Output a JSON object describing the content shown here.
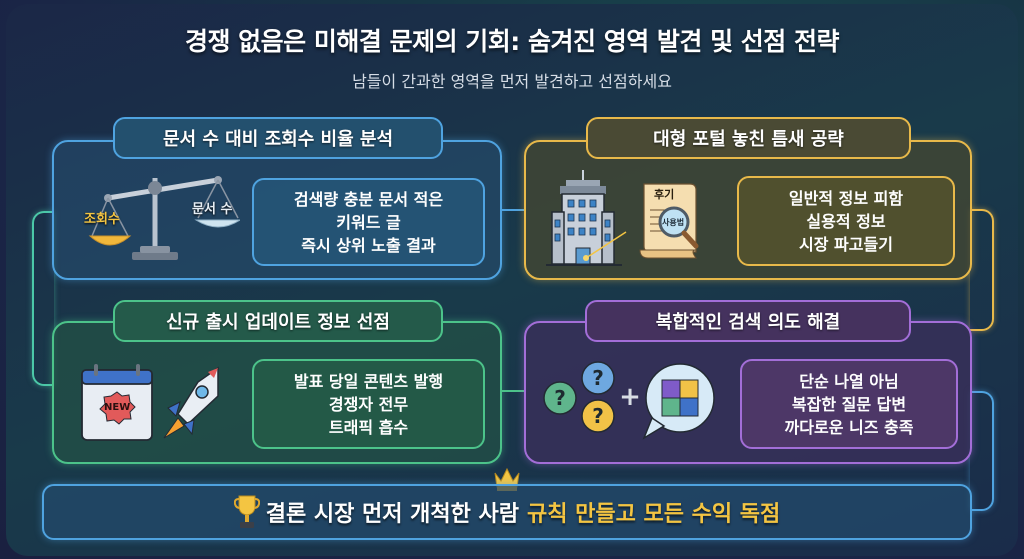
{
  "header": {
    "title": "경쟁 없음은 미해결 문제의 기회: 숨겨진 영역 발견 및 선점 전략",
    "subtitle": "남들이 간과한 영역을 먼저 발견하고 선점하세요"
  },
  "cards": [
    {
      "id": "ratio-analysis",
      "title": "문서 수 대비 조회수 비율 분석",
      "color": "#4fa3e0",
      "icon": "balance-scale-icon",
      "icon_labels": {
        "left": "조회수",
        "right": "문서 수"
      },
      "lines": [
        "검색량 충분 문서 적은",
        "키워드 글",
        "즉시 상위 노출 결과"
      ]
    },
    {
      "id": "portal-gap",
      "title": "대형 포털 놓친 틈새 공략",
      "color": "#e8b94a",
      "icon": "building-and-document-icon",
      "icon_labels": {
        "doc": "후기",
        "magnifier": "사용법"
      },
      "lines": [
        "일반적 정보 피함",
        "실용적 정보",
        "시장 파고들기"
      ]
    },
    {
      "id": "new-release",
      "title": "신규 출시 업데이트 정보 선점",
      "color": "#4cc38a",
      "icon": "calendar-rocket-icon",
      "icon_labels": {
        "badge": "NEW"
      },
      "lines": [
        "발표 당일 콘텐츠 발행",
        "경쟁자 전무",
        "트래픽 흡수"
      ]
    },
    {
      "id": "complex-intent",
      "title": "복합적인 검색 의도 해결",
      "color": "#a36ed8",
      "icon": "questions-puzzle-icon",
      "icon_labels": {
        "q": "?",
        "plus": "+"
      },
      "lines": [
        "단순 나열 아님",
        "복잡한 질문 답변",
        "까다로운 니즈 충족"
      ]
    }
  ],
  "conclusion": {
    "prefix": "결론 시장 먼저 개척한 사람",
    "highlight": "규칙 만들고 모든 수익 독점",
    "highlight_color": "#f4c542",
    "icons": [
      "trophy-icon",
      "crown-icon"
    ]
  }
}
